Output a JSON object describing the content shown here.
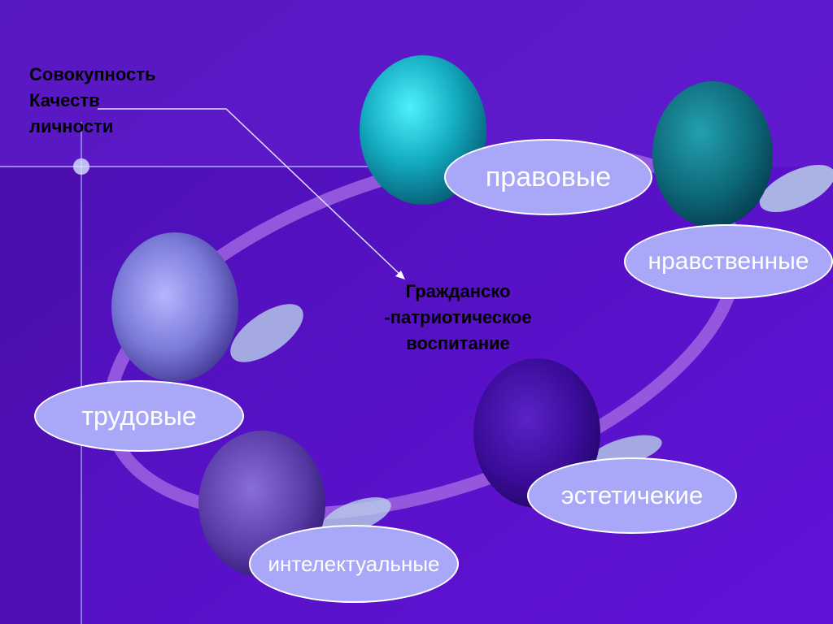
{
  "diagram": {
    "source_label": [
      "Совокупность",
      "Качеств",
      "личности"
    ],
    "center_label": [
      "Гражданско",
      "-патриотическое",
      "воспитание"
    ],
    "qualities": [
      {
        "label": "правовые",
        "color": "#1fc0d0"
      },
      {
        "label": "нравственные",
        "color": "#137f8f"
      },
      {
        "label": "трудовые",
        "color": "#8f8ef5"
      },
      {
        "label": "интелектуальные",
        "color": "#6a48c8"
      },
      {
        "label": "эстетичекие",
        "color": "#3c0c9e"
      }
    ],
    "colors": {
      "background": "#5a0fc8",
      "ring": "#9a5fe0",
      "label_fill": "#a9a7f7",
      "caption_text": "#000000"
    }
  }
}
